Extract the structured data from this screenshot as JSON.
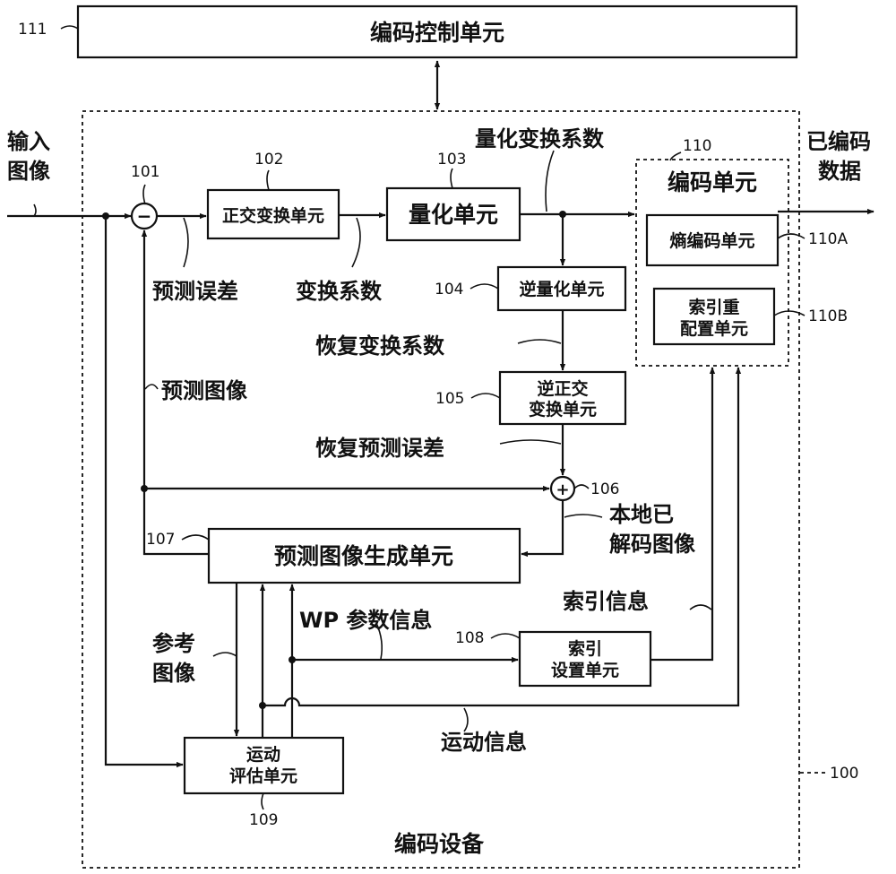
{
  "blocks": {
    "encoding_control": "编码控制单元",
    "orthogonal_transform": "正交变换单元",
    "quantization": "量化单元",
    "inverse_quantization": "逆量化单元",
    "inverse_orthogonal_l1": "逆正交",
    "inverse_orthogonal_l2": "变换单元",
    "encoding_unit": "编码单元",
    "entropy_encoding": "熵编码单元",
    "index_reconfig_l1": "索引重",
    "index_reconfig_l2": "配置单元",
    "predicted_image_gen": "预测图像生成单元",
    "index_setting_l1": "索引",
    "index_setting_l2": "设置单元",
    "motion_eval_l1": "运动",
    "motion_eval_l2": "评估单元",
    "encoding_device": "编码设备"
  },
  "signals": {
    "input_image_l1": "输入",
    "input_image_l2": "图像",
    "encoded_data_l1": "已编码",
    "encoded_data_l2": "数据",
    "quantized_coeff": "量化变换系数",
    "prediction_error": "预测误差",
    "transform_coeff": "变换系数",
    "restored_coeff": "恢复变换系数",
    "predicted_image": "预测图像",
    "restored_error": "恢复预测误差",
    "local_decoded_l1": "本地已",
    "local_decoded_l2": "解码图像",
    "index_info": "索引信息",
    "wp_param_info": "WP 参数信息",
    "reference_image_l1": "参考",
    "reference_image_l2": "图像",
    "motion_info": "运动信息"
  },
  "refs": {
    "r111": "111",
    "r101": "101",
    "r102": "102",
    "r103": "103",
    "r104": "104",
    "r105": "105",
    "r106": "106",
    "r107": "107",
    "r108": "108",
    "r109": "109",
    "r110": "110",
    "r110a": "110A",
    "r110b": "110B",
    "r100": "100"
  },
  "symbols": {
    "subtract": "−",
    "add": "+"
  }
}
